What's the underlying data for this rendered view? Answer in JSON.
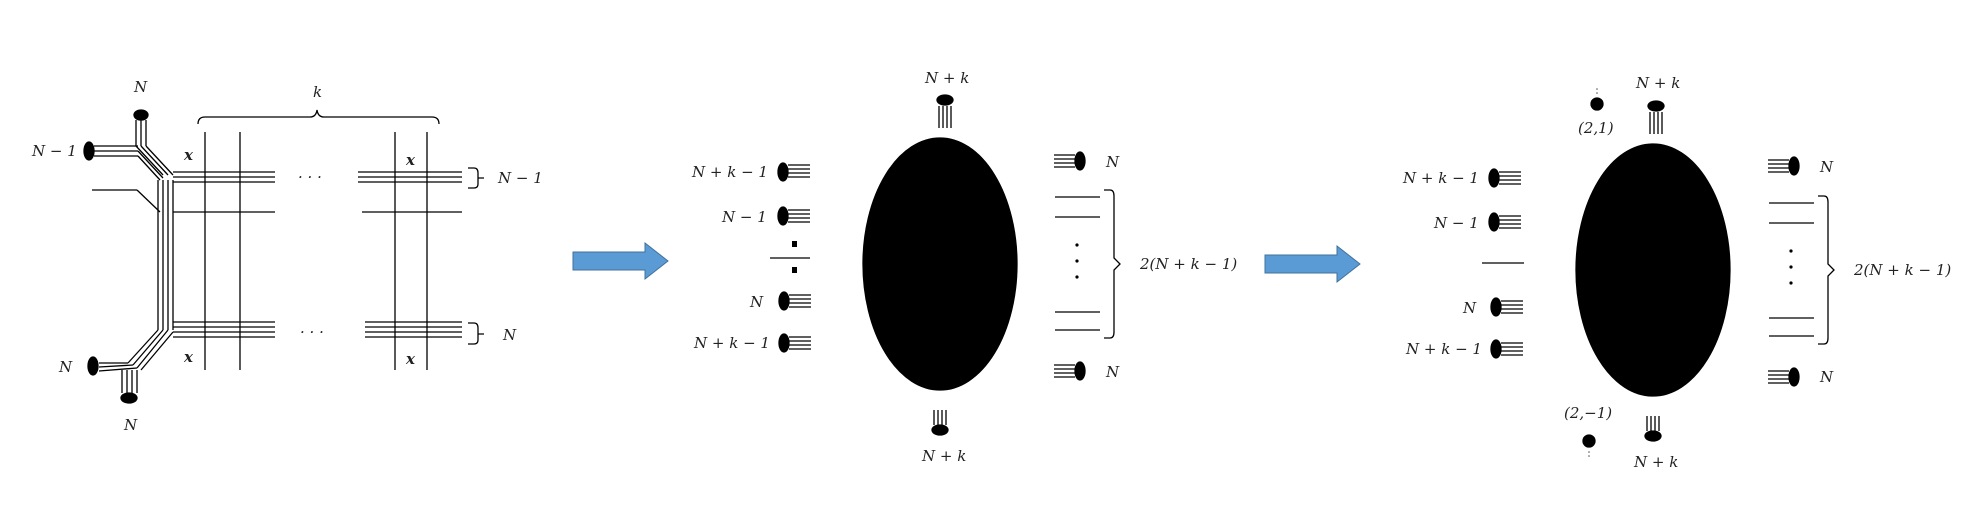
{
  "colors": {
    "ink": "#000000",
    "arrow_fill": "#5b9bd5",
    "arrow_stroke": "#41719c"
  },
  "panel1": {
    "N_top": "N",
    "N_minus_1_left": "N − 1",
    "k": "k",
    "N_minus_1_right": "N − 1",
    "N_right": "N",
    "N_bottom_left": "N",
    "N_bottom": "N",
    "x_mark": "x",
    "dots": "· · ·"
  },
  "panel2": {
    "top": "N + k",
    "bottom": "N + k",
    "left_1": "N + k − 1",
    "left_2": "N − 1",
    "left_3": "N",
    "left_4": "N + k − 1",
    "right_top": "N",
    "right_bottom": "N",
    "brace": "2(N + k − 1)"
  },
  "panel3": {
    "top": "N + k",
    "bottom": "N + k",
    "left_1": "N + k − 1",
    "left_2": "N − 1",
    "left_3": "N",
    "left_4": "N + k − 1",
    "right_top": "N",
    "right_bottom": "N",
    "brace": "2(N + k − 1)",
    "charge_top": "(2,1)",
    "charge_bottom": "(2,−1)"
  }
}
